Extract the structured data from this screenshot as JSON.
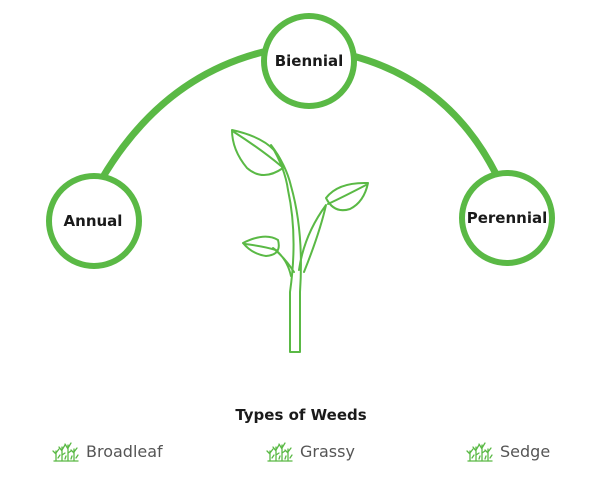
{
  "colors": {
    "accent": "#5ab945",
    "text": "#1a1a1a",
    "muted_text": "#555555"
  },
  "nodes": {
    "annual": "Annual",
    "biennial": "Biennial",
    "perennial": "Perennial"
  },
  "center_icon": "plant-sprout-icon",
  "legend": {
    "heading": "Types of Weeds",
    "items": [
      {
        "label": "Broadleaf",
        "icon": "weed-icon"
      },
      {
        "label": "Grassy",
        "icon": "weed-icon"
      },
      {
        "label": "Sedge",
        "icon": "weed-icon"
      }
    ]
  }
}
